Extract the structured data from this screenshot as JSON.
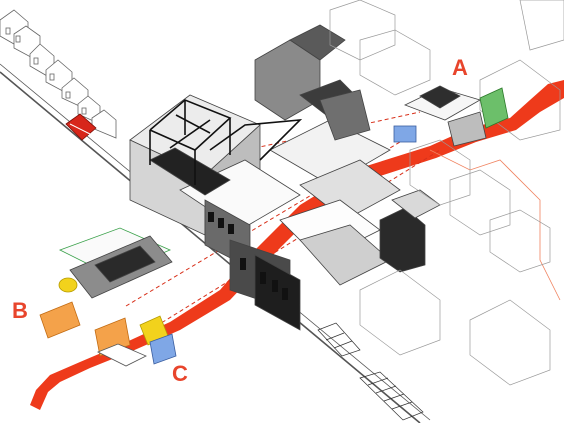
{
  "callouts": {
    "a": "A",
    "b": "B",
    "c": "C"
  },
  "colors": {
    "callout_text": "#e8452c",
    "route": "#ee3a1b",
    "dashed_link": "#d8301a",
    "linework": "#555555",
    "light_linework": "#9a9a9a",
    "dark_fill": "#222222",
    "mid_fill": "#7a7a7a",
    "blue_box": "#7fa7e6",
    "green_box": "#6cbf6a",
    "yellow_box": "#f2d21c",
    "orange_box": "#f4a24a",
    "bus": "#d7261a"
  },
  "icons": {
    "bus": "red-bus-icon"
  }
}
